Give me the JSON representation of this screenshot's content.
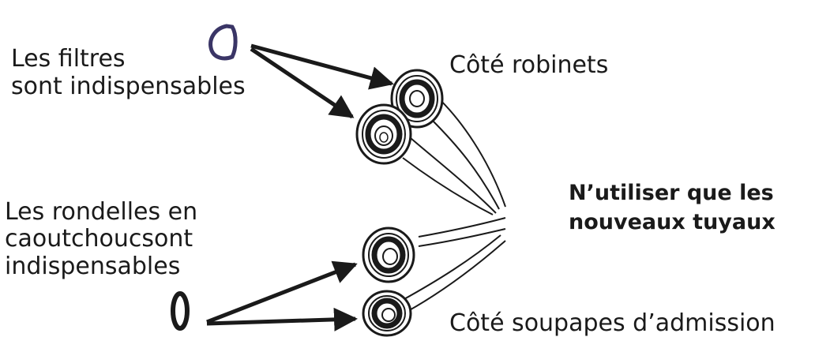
{
  "labels": {
    "filters_line1": "Les filtres",
    "filters_line2": "sont indispensables",
    "taps_side": "Côté robinets",
    "washers_line1": "Les rondelles en",
    "washers_line2": "caoutchoucsont",
    "washers_line3": "indispensables",
    "valves_side": "Côté soupapes d’admission",
    "note_line1": "N’utiliser que les",
    "note_line2": "nouveaux tuyaux"
  },
  "colors": {
    "ink": "#1a1a1a",
    "filter_ring": "#3a3566",
    "background": "#ffffff"
  }
}
